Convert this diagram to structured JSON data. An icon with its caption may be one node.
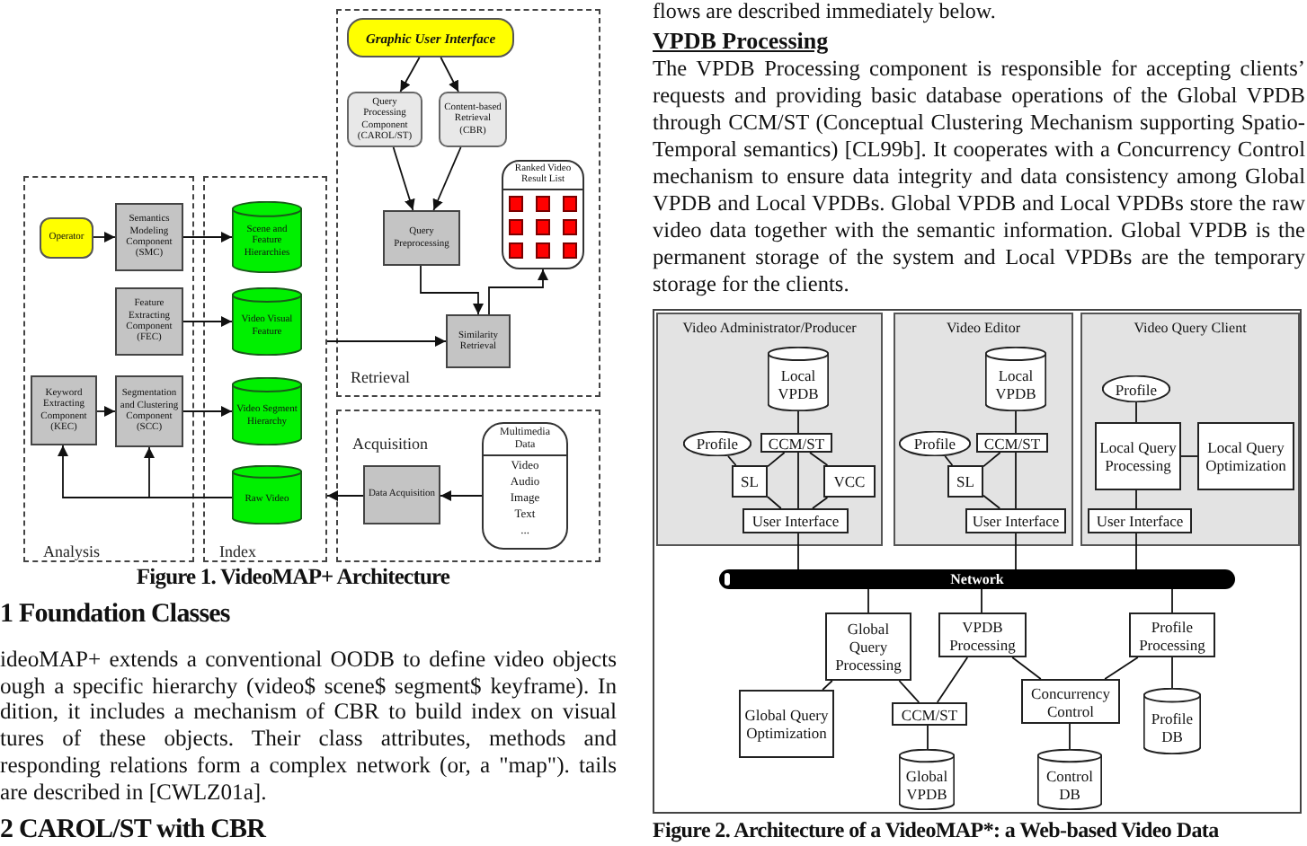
{
  "diagram": {
    "nodes": [
      {
        "text": [
          "Retrieval"
        ]
      },
      {
        "text": [
          "Graphic User Interface"
        ],
        "in": 0
      },
      {
        "text": [
          "Query Processing Component (CAROL/ST)"
        ],
        "in": 0
      },
      {
        "text": [
          "Content-based Retrieval (CBR)"
        ],
        "in": 0
      },
      {
        "text": [
          "Ranked Video Result List"
        ],
        "in": 0
      },
      {
        "text": [
          "Query Preprocessing"
        ],
        "in": 0
      },
      {
        "text": [
          "Similarity Retrieval"
        ],
        "in": 0
      },
      {
        "text": [
          "Analysis"
        ]
      },
      {
        "text": [
          "Operator"
        ],
        "in": 7
      },
      {
        "text": [
          "Semantics Modeling Component (SMC)"
        ],
        "in": 7
      },
      {
        "text": [
          "Feature Extracting Component (FEC)"
        ],
        "in": 7
      },
      {
        "text": [
          "Keyword Extracting Component (KEC)"
        ],
        "in": 7
      },
      {
        "text": [
          "Segmentation and Clustering Component (SCC)"
        ],
        "in": 7
      },
      {
        "text": [
          "Index"
        ]
      },
      {
        "text": [
          "Scene and Feature Hierarchies"
        ],
        "in": 13
      },
      {
        "text": [
          "Video Visual Feature"
        ],
        "in": 13
      },
      {
        "text": [
          "Video Segment Hierarchy"
        ],
        "in": 13
      },
      {
        "text": [
          "Raw Video"
        ],
        "in": 13
      },
      {
        "text": [
          "Acquisition"
        ]
      },
      {
        "text": [
          "Multimedia Data",
          "Video",
          "Audio",
          "Image",
          "Text",
          "..."
        ],
        "in": 18
      },
      {
        "text": [
          "Data Acquisition"
        ],
        "in": 18
      },
      {
        "text": [
          "Video Administrator/Producer"
        ]
      },
      {
        "text": [
          "Local VPDB"
        ],
        "in": 21
      },
      {
        "text": [
          "Profile"
        ],
        "in": 21
      },
      {
        "text": [
          "CCM/ST"
        ],
        "in": 21
      },
      {
        "text": [
          "SL"
        ],
        "in": 21
      },
      {
        "text": [
          "VCC"
        ],
        "in": 21
      },
      {
        "text": [
          "User Interface"
        ],
        "in": 21
      },
      {
        "text": [
          "Video Editor"
        ]
      },
      {
        "text": [
          "Local VPDB"
        ],
        "in": 28
      },
      {
        "text": [
          "Profile"
        ],
        "in": 28
      },
      {
        "text": [
          "CCM/ST"
        ],
        "in": 28
      },
      {
        "text": [
          "SL"
        ],
        "in": 28
      },
      {
        "text": [
          "User Interface"
        ],
        "in": 28
      },
      {
        "text": [
          "Video Query Client"
        ]
      },
      {
        "text": [
          "Profile"
        ],
        "in": 34
      },
      {
        "text": [
          "Local Query Processing"
        ],
        "in": 34
      },
      {
        "text": [
          "Local Query Optimization"
        ],
        "in": 34
      },
      {
        "text": [
          "User Interface"
        ],
        "in": 34
      },
      {
        "text": [
          "Network"
        ]
      },
      {
        "text": [
          "Global Query Processing"
        ]
      },
      {
        "text": [
          "VPDB Processing"
        ]
      },
      {
        "text": [
          "Profile Processing"
        ]
      },
      {
        "text": [
          "Global Query Optimization"
        ]
      },
      {
        "text": [
          "CCM/ST"
        ]
      },
      {
        "text": [
          "Concurrency Control"
        ]
      },
      {
        "text": [
          "Profile DB"
        ]
      },
      {
        "text": [
          "Global VPDB"
        ]
      },
      {
        "text": [
          "Control DB"
        ]
      }
    ],
    "edges": [
      {
        "from": 8,
        "to": 9,
        "arrow": "to"
      },
      {
        "from": 9,
        "to": 14,
        "arrow": "to"
      },
      {
        "from": 10,
        "to": 15,
        "arrow": "to"
      },
      {
        "from": 11,
        "to": 12,
        "arrow": "to"
      },
      {
        "from": 12,
        "to": 16,
        "arrow": "to"
      },
      {
        "from": 17,
        "to": 11,
        "arrow": "to"
      },
      {
        "from": 17,
        "to": 12,
        "arrow": "to"
      },
      {
        "from": 1,
        "to": 2,
        "arrow": "to"
      },
      {
        "from": 1,
        "to": 3,
        "arrow": "to"
      },
      {
        "from": 2,
        "to": 5,
        "arrow": "to"
      },
      {
        "from": 3,
        "to": 5,
        "arrow": "to"
      },
      {
        "from": 5,
        "to": 6,
        "arrow": "to"
      },
      {
        "from": 6,
        "to": 4,
        "arrow": "to"
      },
      {
        "from": 13,
        "to": 6,
        "arrow": "to"
      },
      {
        "from": 19,
        "to": 20,
        "arrow": "to"
      },
      {
        "from": 20,
        "to": 13,
        "arrow": "to"
      },
      {
        "from": 22,
        "to": 24,
        "arrow": "none"
      },
      {
        "from": 24,
        "to": 27,
        "arrow": "none"
      },
      {
        "from": 23,
        "to": 25,
        "arrow": "none"
      },
      {
        "from": 24,
        "to": 25,
        "arrow": "none"
      },
      {
        "from": 24,
        "to": 26,
        "arrow": "none"
      },
      {
        "from": 25,
        "to": 27,
        "arrow": "none"
      },
      {
        "from": 26,
        "to": 27,
        "arrow": "none"
      },
      {
        "from": 27,
        "to": 39,
        "arrow": "none"
      },
      {
        "from": 29,
        "to": 31,
        "arrow": "none"
      },
      {
        "from": 31,
        "to": 33,
        "arrow": "none"
      },
      {
        "from": 30,
        "to": 32,
        "arrow": "none"
      },
      {
        "from": 31,
        "to": 32,
        "arrow": "none"
      },
      {
        "from": 32,
        "to": 33,
        "arrow": "none"
      },
      {
        "from": 33,
        "to": 39,
        "arrow": "none"
      },
      {
        "from": 35,
        "to": 36,
        "arrow": "none"
      },
      {
        "from": 36,
        "to": 37,
        "arrow": "none"
      },
      {
        "from": 36,
        "to": 38,
        "arrow": "none"
      },
      {
        "from": 38,
        "to": 39,
        "arrow": "none"
      },
      {
        "from": 39,
        "to": 40,
        "arrow": "none"
      },
      {
        "from": 39,
        "to": 41,
        "arrow": "none"
      },
      {
        "from": 39,
        "to": 42,
        "arrow": "none"
      },
      {
        "from": 40,
        "to": 43,
        "arrow": "none"
      },
      {
        "from": 40,
        "to": 44,
        "arrow": "none"
      },
      {
        "from": 41,
        "to": 44,
        "arrow": "none"
      },
      {
        "from": 41,
        "to": 45,
        "arrow": "none"
      },
      {
        "from": 42,
        "to": 45,
        "arrow": "none"
      },
      {
        "from": 42,
        "to": 46,
        "arrow": "none"
      },
      {
        "from": 44,
        "to": 47,
        "arrow": "none"
      },
      {
        "from": 45,
        "to": 48,
        "arrow": "none"
      }
    ],
    "labels": [
      "Figure 1. VideoMAP+ Architecture",
      "1 Foundation Classes",
      "ideoMAP+ extends a conventional OODB to define video objects ough a specific hierarchy (video$ scene$ segment$ keyframe). In dition, it includes a mechanism of CBR to build index on visual tures of these objects. Their class attributes, methods and responding relations form a complex network (or, a \"map\"). tails are described in [CWLZ01a].",
      "2 CAROL/ST with CBR",
      "flows are described immediately below.",
      "VPDB Processing",
      "The VPDB Processing component is responsible for accepting clients’ requests and providing basic database operations of the Global VPDB through CCM/ST (Conceptual Clustering Mechanism supporting Spatio-Temporal semantics) [CL99b]. It cooperates with a Concurrency Control mechanism to ensure data integrity and data consistency among Global VPDB and Local VPDBs. Global VPDB and Local VPDBs store the raw video data together with the semantic information. Global VPDB is the permanent storage of the system and Local VPDBs are the temporary storage for the clients.",
      "Figure 2. Architecture of a VideoMAP*: a Web-based Video Data"
    ]
  }
}
